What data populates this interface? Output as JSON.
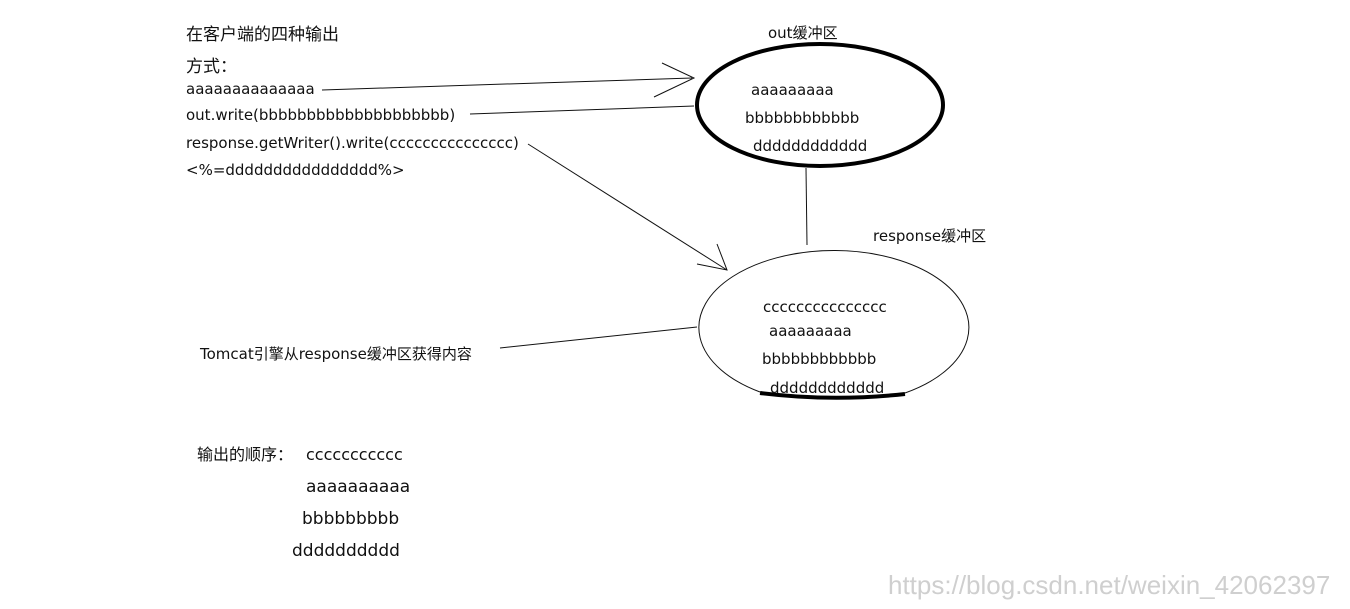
{
  "heading": {
    "line1": "在客户端的四种输出",
    "line2": "方式："
  },
  "methods": [
    "aaaaaaaaaaaaaa",
    "out.write(bbbbbbbbbbbbbbbbbbbb)",
    "response.getWriter().write(ccccccccccccccc)",
    "<%=dddddddddddddddd%>"
  ],
  "out_buffer": {
    "label": "out缓冲区",
    "contents": [
      "aaaaaaaaa",
      "bbbbbbbbbbbb",
      "dddddddddddd"
    ]
  },
  "response_buffer": {
    "label": "response缓冲区",
    "contents": [
      "ccccccccccccccc",
      "aaaaaaaaa",
      "bbbbbbbbbbbb",
      "dddddddddddd"
    ]
  },
  "tomcat_note": "Tomcat引擎从response缓冲区获得内容",
  "output_order": {
    "label": "输出的顺序：",
    "first": "ccccccccccc",
    "rest": [
      "aaaaaaaaaa",
      "bbbbbbbbb",
      "dddddddddd"
    ]
  },
  "watermark": "https://blog.csdn.net/weixin_42062397"
}
